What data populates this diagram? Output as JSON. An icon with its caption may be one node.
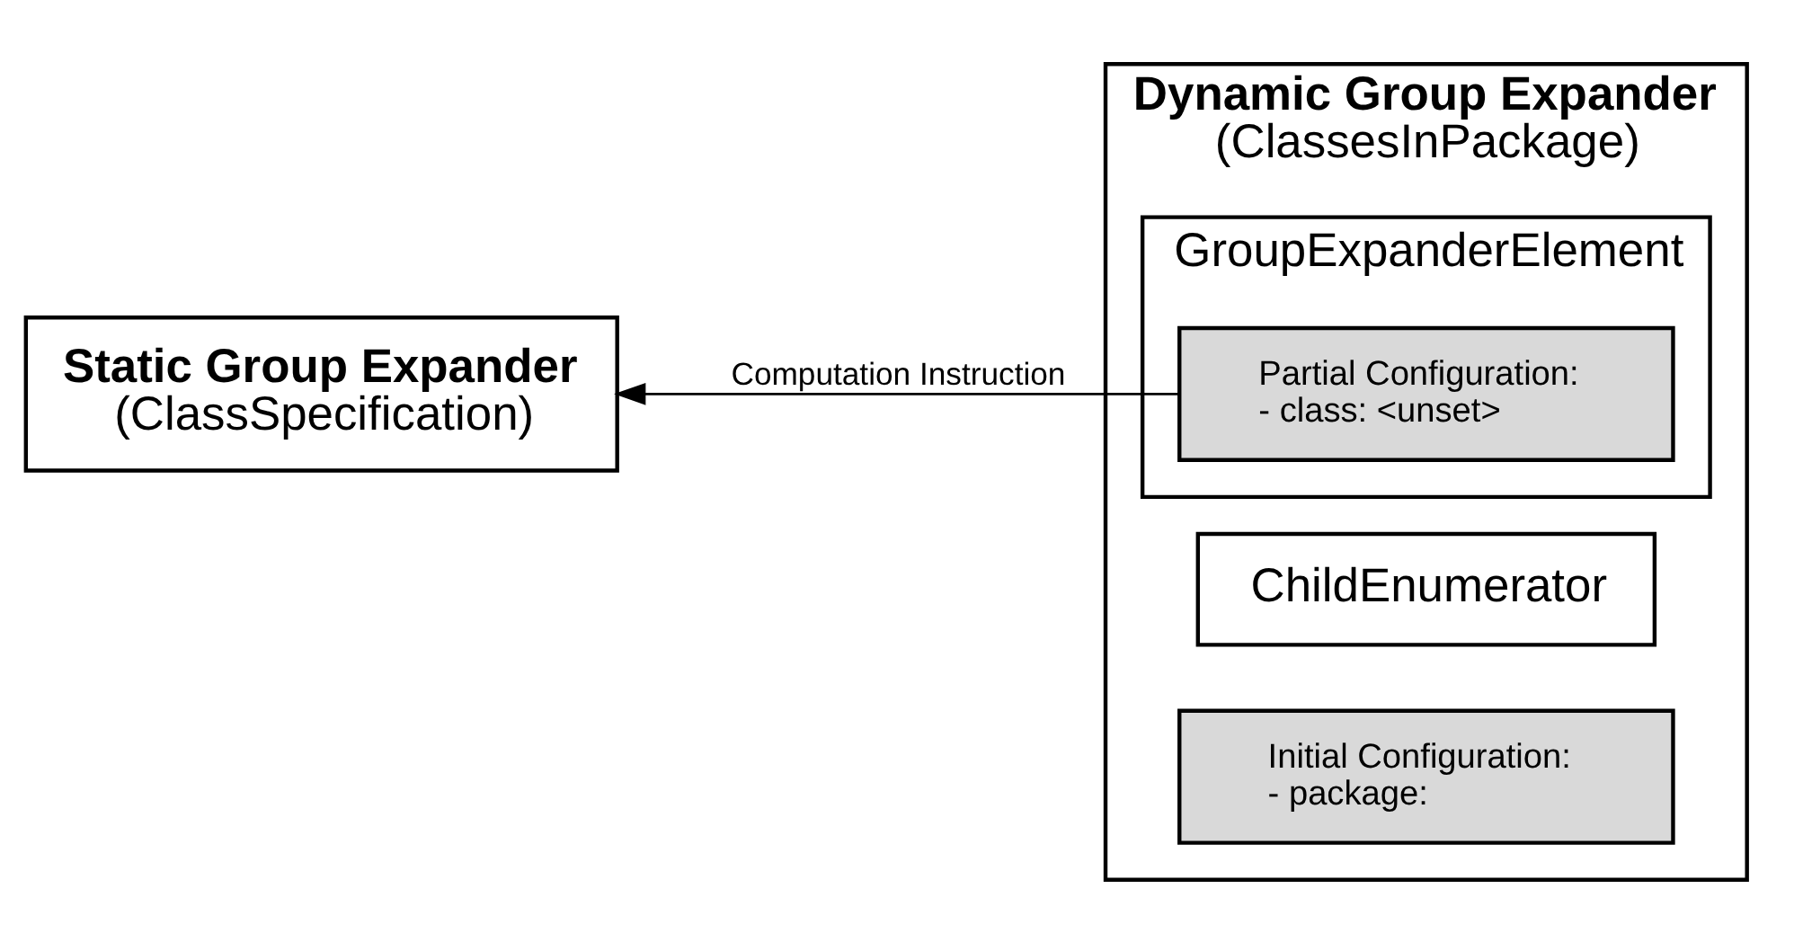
{
  "diagram": {
    "nodes": [
      {
        "text": [
          "Static Group Expander",
          "(ClassSpecification)"
        ]
      },
      {
        "text": [
          "Dynamic Group Expander",
          "(ClassesInPackage)"
        ]
      },
      {
        "text": [
          "GroupExpanderElement"
        ],
        "in": 1
      },
      {
        "text": [
          "Partial Configuration:",
          "- class: <unset>"
        ],
        "in": 2
      },
      {
        "text": [
          "ChildEnumerator"
        ],
        "in": 1
      },
      {
        "text": [
          "Initial Configuration:",
          "- package:"
        ],
        "in": 1
      }
    ],
    "edges": [
      {
        "from": 3,
        "to": 0,
        "arrow": "to",
        "label": "Computation Instruction"
      }
    ]
  }
}
